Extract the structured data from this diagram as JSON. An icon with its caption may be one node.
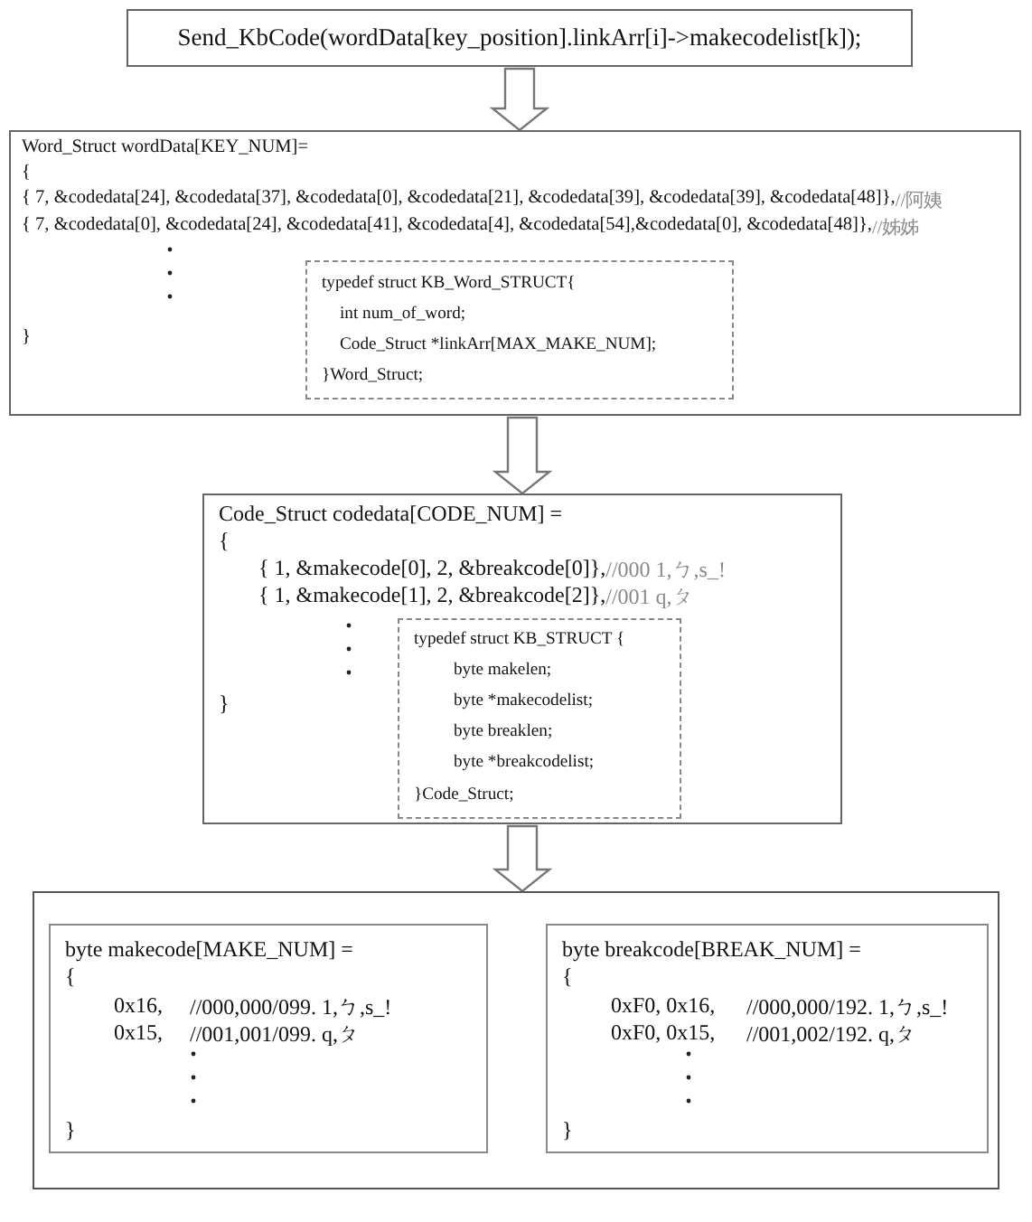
{
  "diagram": {
    "nodes": [
      {
        "text": [
          "Send_KbCode(wordData[key_position].linkArr[i]->makecodelist[k]);"
        ]
      },
      {
        "text": [
          "Word_Struct wordData[KEY_NUM]=",
          "{",
          "{ 7, &codedata[24], &codedata[37], &codedata[0], &codedata[21], &codedata[39], &codedata[39], &codedata[48]},",
          "//阿姨",
          "{ 7, &codedata[0], &codedata[24], &codedata[41], &codedata[4], &codedata[54],&codedata[0], &codedata[48]},",
          "//姊姊",
          "}"
        ]
      },
      {
        "text": [
          "typedef struct KB_Word_STRUCT{",
          "int num_of_word;",
          "Code_Struct *linkArr[MAX_MAKE_NUM];",
          "}Word_Struct;"
        ],
        "in": 1
      },
      {
        "text": [
          "Code_Struct codedata[CODE_NUM] =",
          "{",
          "{ 1, &makecode[0], 2, &breakcode[0]},",
          "//000 1,ㄅ,s_!",
          "{ 1, &makecode[1], 2, &breakcode[2]},",
          "//001 q,ㄆ",
          "}"
        ]
      },
      {
        "text": [
          "typedef struct KB_STRUCT {",
          "byte makelen;",
          "byte *makecodelist;",
          "byte breaklen;",
          "byte *breakcodelist;",
          "}Code_Struct;"
        ],
        "in": 3
      },
      {
        "text": [],
        "shape": "box"
      },
      {
        "text": [
          "byte makecode[MAKE_NUM] =",
          "{",
          "0x16,",
          "//000,000/099. 1,ㄅ,s_!",
          "0x15,",
          "//001,001/099. q,ㄆ",
          "}"
        ],
        "in": 5
      },
      {
        "text": [
          "byte breakcode[BREAK_NUM] =",
          "{",
          "0xF0, 0x16,",
          "//000,000/192. 1,ㄅ,s_!",
          "0xF0, 0x15,",
          "//001,002/192. q,ㄆ",
          "}"
        ],
        "in": 5
      }
    ],
    "edges": [
      {
        "from": 0,
        "to": 1,
        "arrow": "to"
      },
      {
        "from": 1,
        "to": 3,
        "arrow": "to"
      },
      {
        "from": 3,
        "to": 5,
        "arrow": "to"
      }
    ]
  }
}
